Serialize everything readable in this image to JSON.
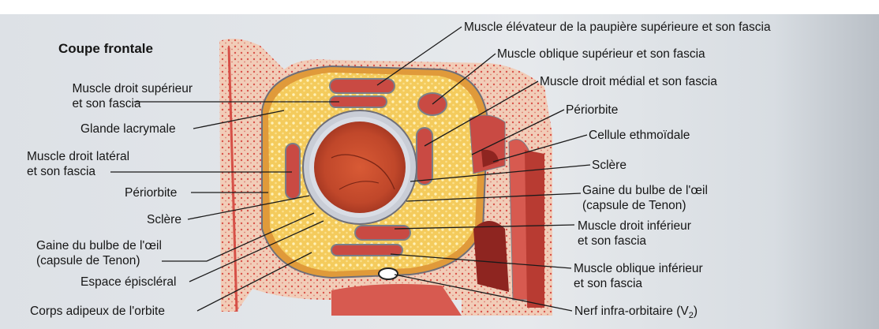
{
  "title": "Coupe frontale",
  "left_labels": {
    "muscle_droit_superieur": [
      "Muscle droit supérieur",
      "et son fascia"
    ],
    "glande_lacrymale": "Glande lacrymale",
    "muscle_droit_lateral": [
      "Muscle droit latéral",
      "et son fascia"
    ],
    "periorbite": "Périorbite",
    "sclere": "Sclère",
    "gaine_bulbe": [
      "Gaine du bulbe de l'œil",
      "(capsule de Tenon)"
    ],
    "espace_episcleral": "Espace épiscléral",
    "corps_adipeux": "Corps adipeux de l'orbite"
  },
  "right_labels": {
    "muscle_elevateur": "Muscle élévateur de la paupière supérieure et son fascia",
    "muscle_oblique_superieur": "Muscle oblique supérieur et son fascia",
    "muscle_droit_medial": "Muscle droit médial et son fascia",
    "periorbite": "Périorbite",
    "cellule_ethmoidale": "Cellule ethmoïdale",
    "sclere": "Sclère",
    "gaine_bulbe": [
      "Gaine du bulbe de l'œil",
      "(capsule de Tenon)"
    ],
    "muscle_droit_inferieur": [
      "Muscle droit inférieur",
      "et son fascia"
    ],
    "muscle_oblique_inferieur": [
      "Muscle oblique inférieur",
      "et son fascia"
    ],
    "nerf_infra_orbitaire": "Nerf infra-orbitaire (V",
    "nerf_subscript": "2",
    "nerf_close": ")"
  },
  "colors": {
    "fat": "#f3c85a",
    "muscle": "#c94a43",
    "bone": "#efc9b4",
    "eye": "#c8502c",
    "sclera": "#c9cdd6",
    "leader": "#1a1a1a"
  }
}
